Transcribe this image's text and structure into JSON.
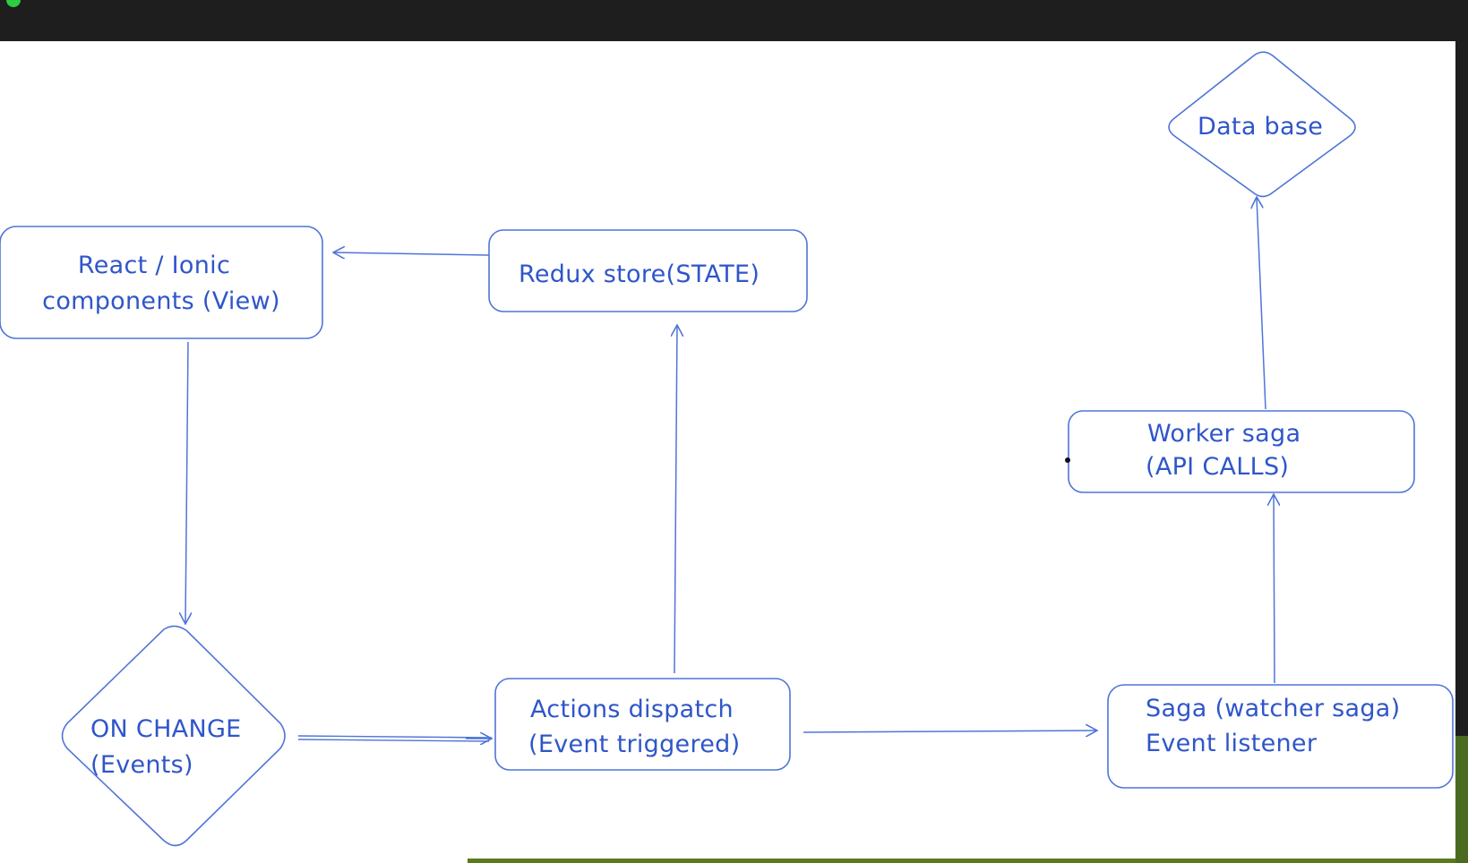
{
  "diagram": {
    "stroke_color": "#4f75d8",
    "text_color": "#2f56c9",
    "nodes": {
      "view": {
        "line1": "React / Ionic",
        "line2": "components (View)"
      },
      "store": {
        "line1": "Redux store(STATE)"
      },
      "onchange": {
        "line1": "ON CHANGE",
        "line2": "(Events)"
      },
      "actions": {
        "line1": "Actions dispatch",
        "line2": "(Event triggered)"
      },
      "watcher": {
        "line1": "Saga (watcher saga)",
        "line2": "Event listener"
      },
      "worker": {
        "line1": "Worker saga",
        "line2": "(API CALLS)"
      },
      "database": {
        "line1": "Data base"
      }
    }
  }
}
